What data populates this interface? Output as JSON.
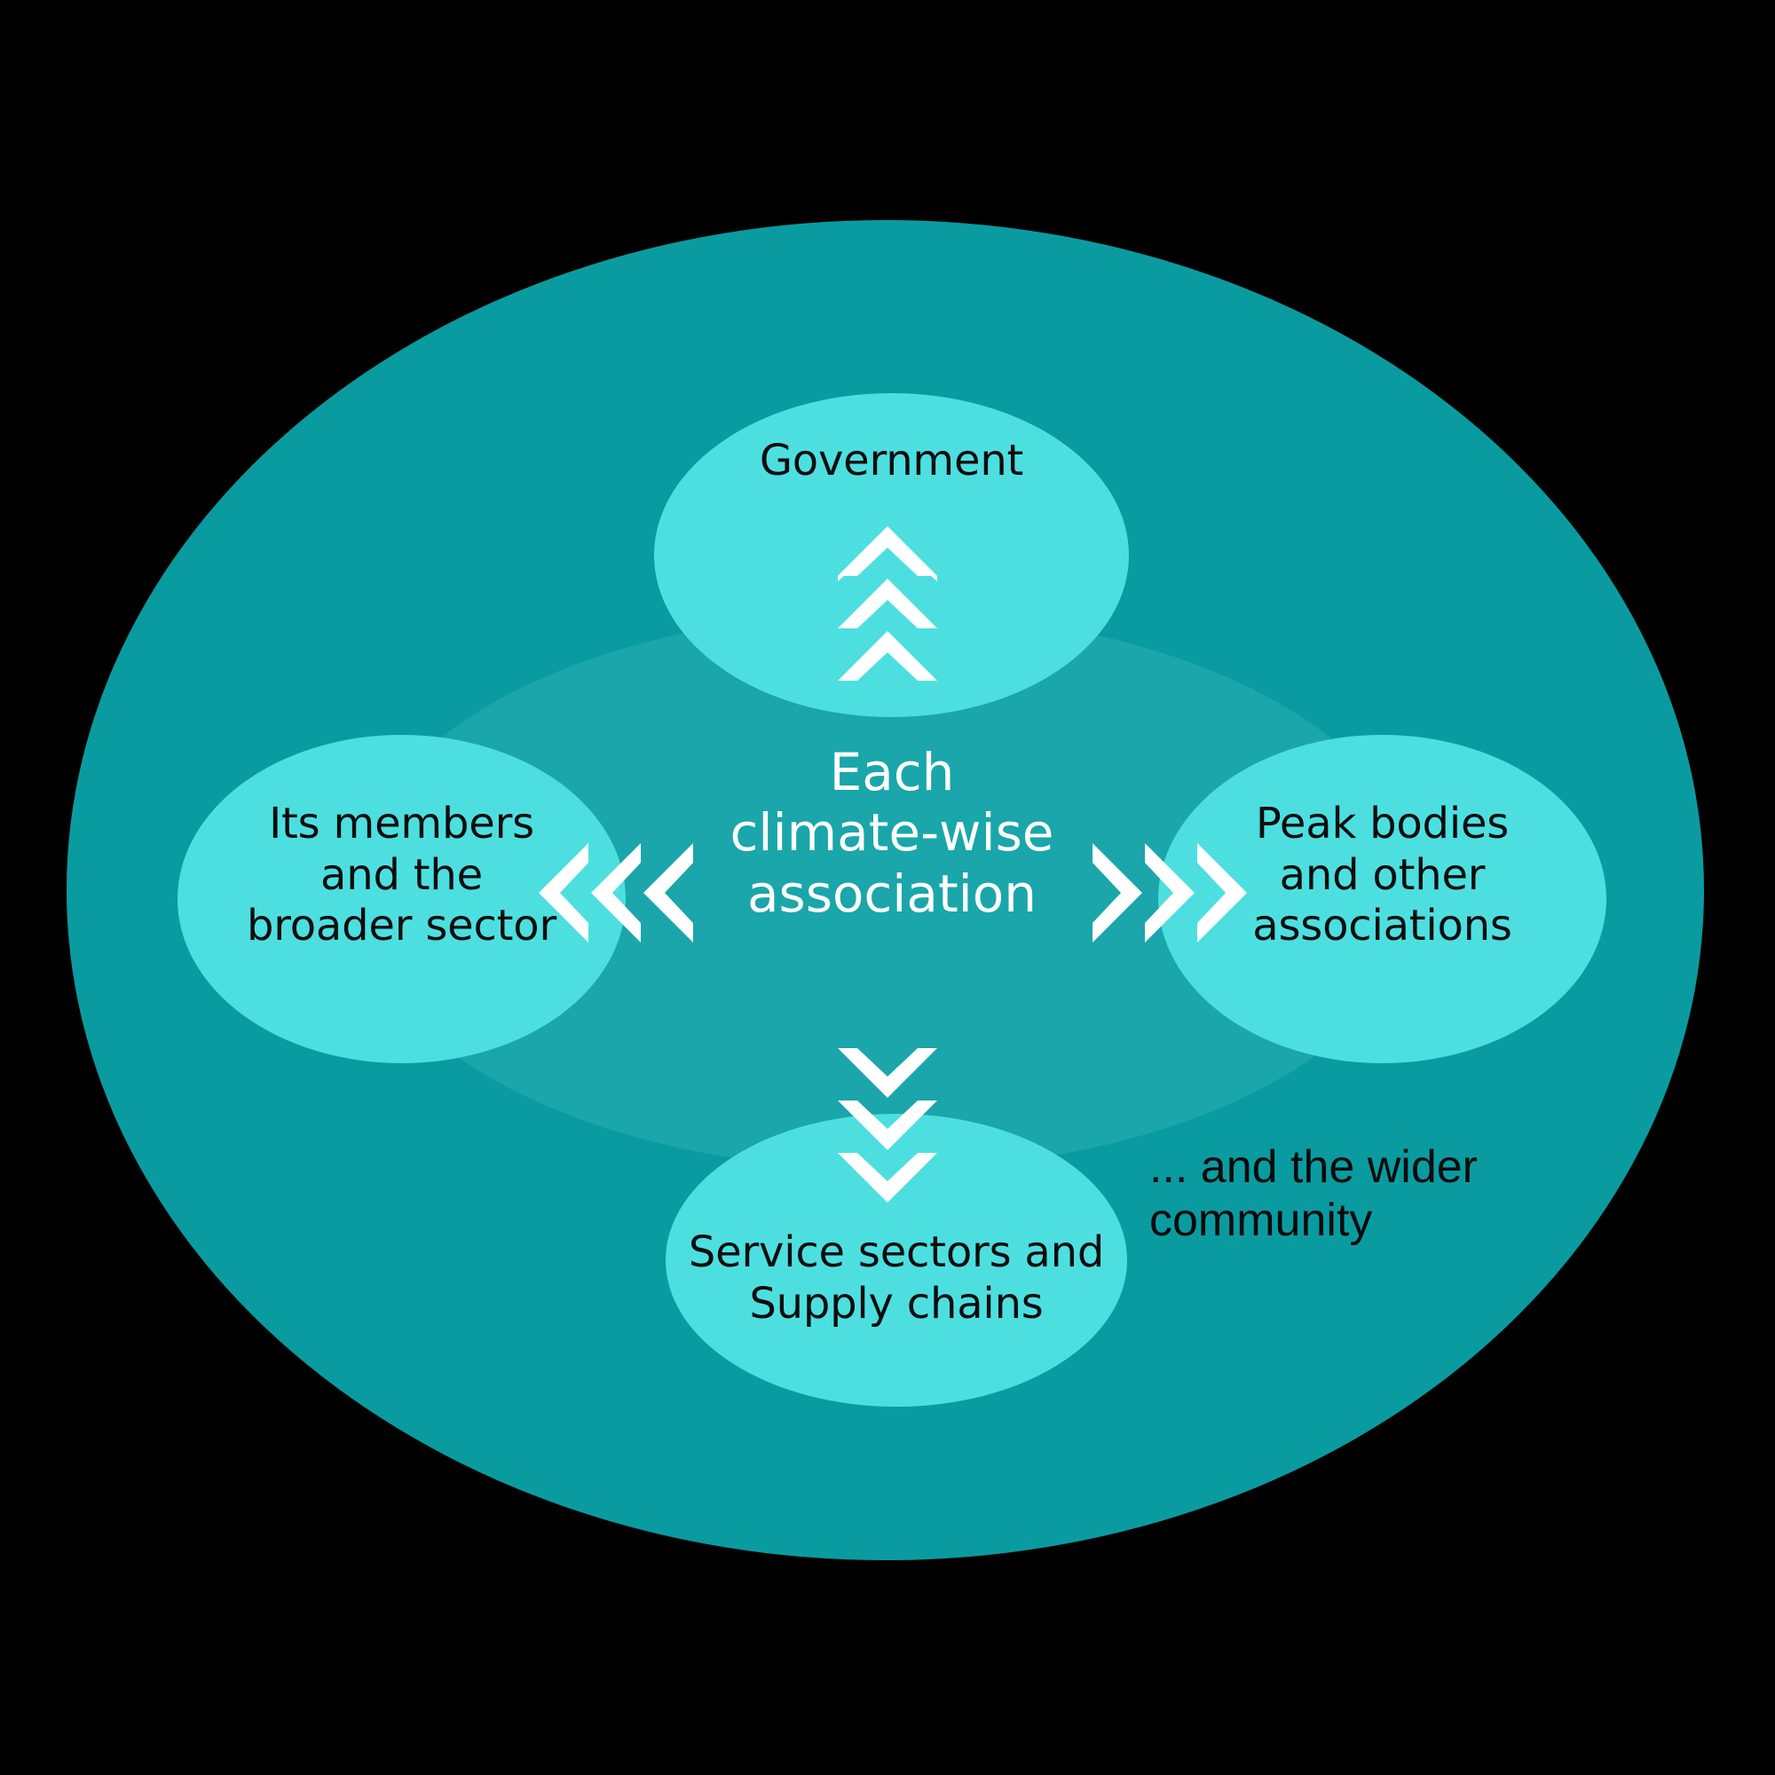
{
  "diagram": {
    "title_center": "Each\nclimate-wise\nassociation",
    "background_color": "#000000",
    "outer_ellipse_color": "#0a9ba0",
    "node_ellipse_color": "#4ddfe0",
    "center_text_color": "#ffffff",
    "node_text_color": "#0d0d0d",
    "arrow_color": "#ffffff",
    "nodes": [
      {
        "id": "government",
        "position": "top",
        "label": "Government",
        "arrow": "triple-chevron-up",
        "arrow_direction": "up"
      },
      {
        "id": "members",
        "position": "left",
        "label": "Its members\nand the\nbroader sector",
        "arrow": "triple-chevron-left",
        "arrow_direction": "left"
      },
      {
        "id": "peak-bodies",
        "position": "right",
        "label": "Peak bodies\nand other\nassociations",
        "arrow": "triple-chevron-right",
        "arrow_direction": "right"
      },
      {
        "id": "supply-chains",
        "position": "bottom",
        "label": "Service sectors and\nSupply chains",
        "arrow": "triple-chevron-down",
        "arrow_direction": "down"
      }
    ],
    "annotation": {
      "id": "wider-community",
      "text": "... and the wider\ncommunity"
    }
  }
}
